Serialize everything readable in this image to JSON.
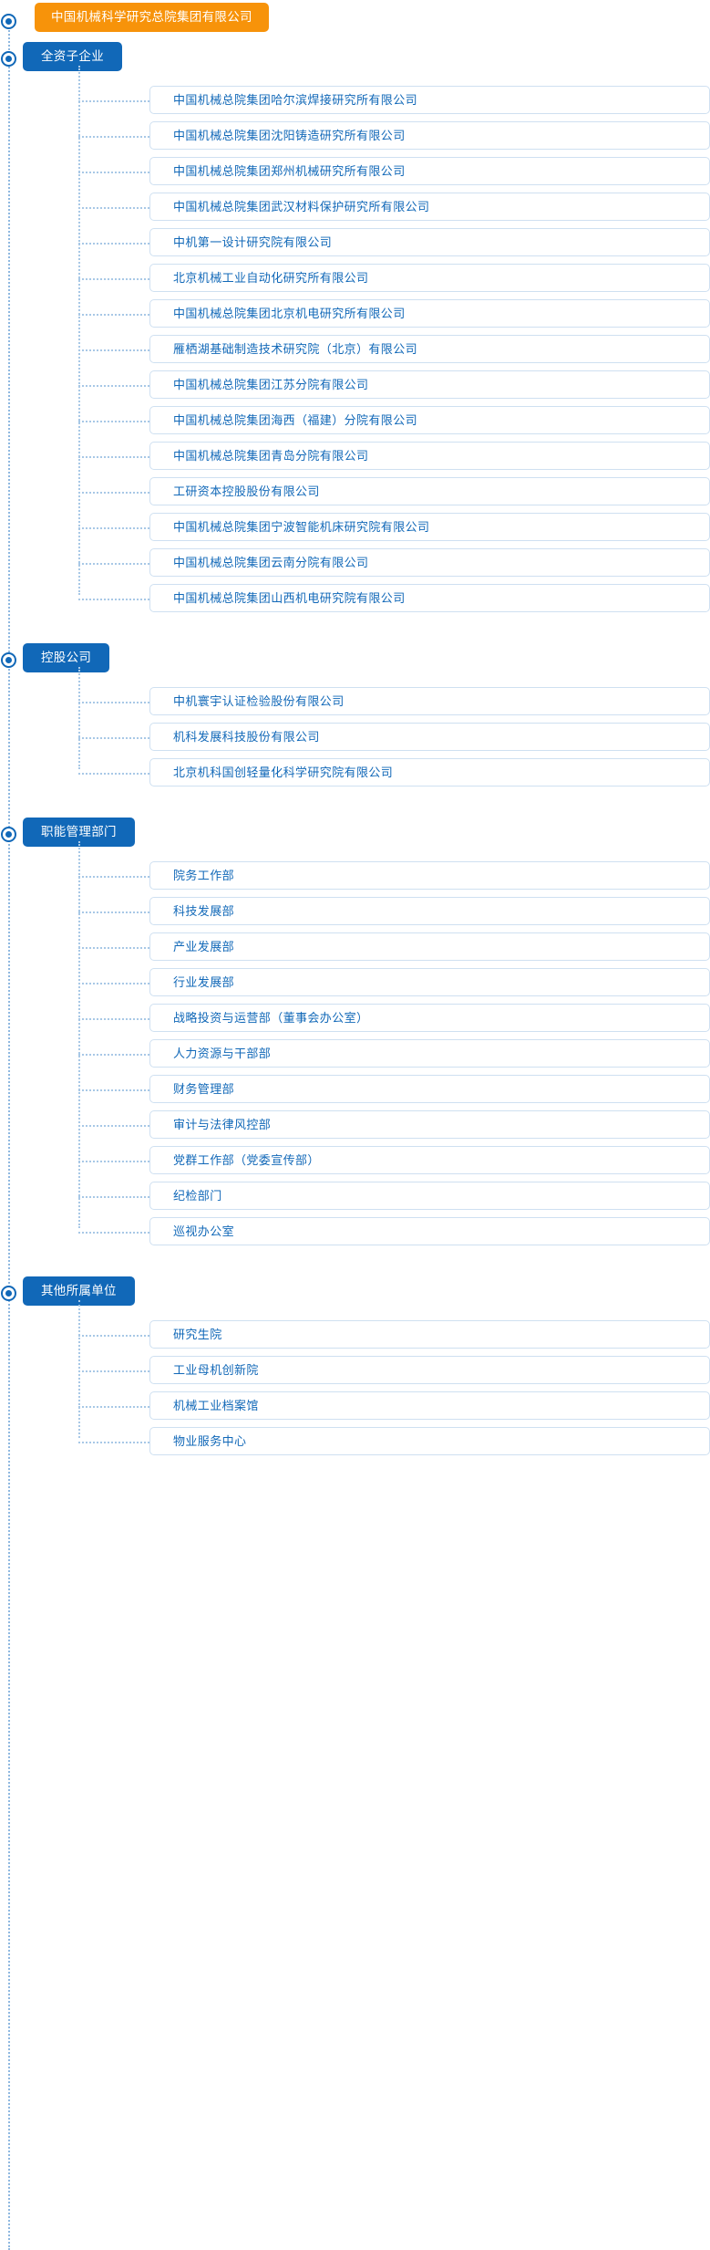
{
  "root": {
    "label": "中国机械科学研究总院集团有限公司",
    "color": "#f7930a"
  },
  "theme": {
    "accent": "#1168b8",
    "card_border": "#cfe0f1",
    "line": "#a8c8e6"
  },
  "sections": [
    {
      "title": "全资子企业",
      "items": [
        "中国机械总院集团哈尔滨焊接研究所有限公司",
        "中国机械总院集团沈阳铸造研究所有限公司",
        "中国机械总院集团郑州机械研究所有限公司",
        "中国机械总院集团武汉材料保护研究所有限公司",
        "中机第一设计研究院有限公司",
        "北京机械工业自动化研究所有限公司",
        "中国机械总院集团北京机电研究所有限公司",
        "雁栖湖基础制造技术研究院（北京）有限公司",
        "中国机械总院集团江苏分院有限公司",
        "中国机械总院集团海西（福建）分院有限公司",
        "中国机械总院集团青岛分院有限公司",
        "工研资本控股股份有限公司",
        "中国机械总院集团宁波智能机床研究院有限公司",
        "中国机械总院集团云南分院有限公司",
        "中国机械总院集团山西机电研究院有限公司"
      ]
    },
    {
      "title": "控股公司",
      "items": [
        "中机寰宇认证检验股份有限公司",
        "机科发展科技股份有限公司",
        "北京机科国创轻量化科学研究院有限公司"
      ]
    },
    {
      "title": "职能管理部门",
      "items": [
        "院务工作部",
        "科技发展部",
        "产业发展部",
        "行业发展部",
        "战略投资与运营部（董事会办公室）",
        "人力资源与干部部",
        "财务管理部",
        "审计与法律风控部",
        "党群工作部（党委宣传部）",
        "纪检部门",
        "巡视办公室"
      ]
    },
    {
      "title": "其他所属单位",
      "items": [
        "研究生院",
        "工业母机创新院",
        "机械工业档案馆",
        "物业服务中心"
      ]
    }
  ]
}
